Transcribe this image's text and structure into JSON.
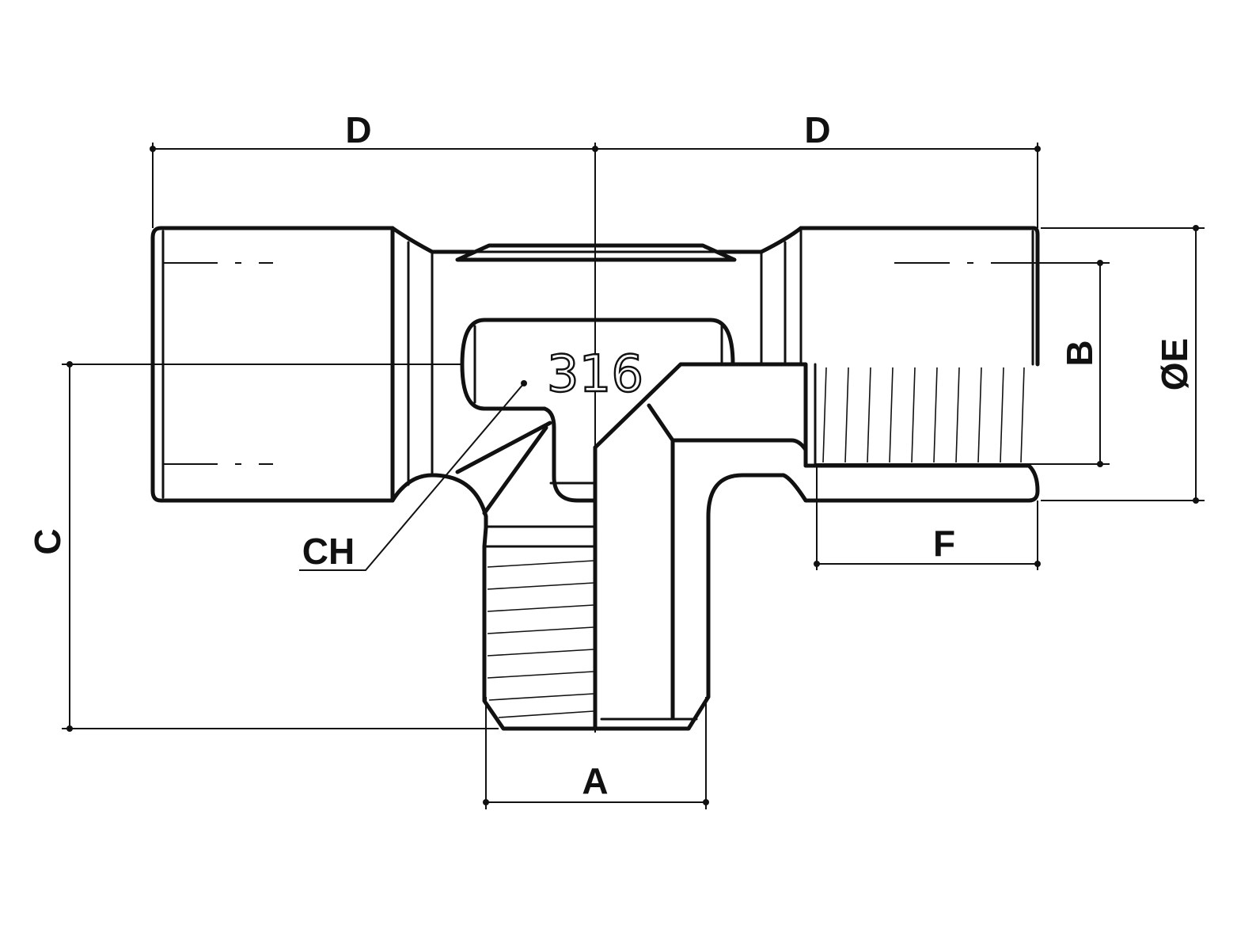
{
  "drawing": {
    "part_marking": "316",
    "dimensions": {
      "d_left": "D",
      "d_right": "D",
      "a": "A",
      "b": "B",
      "c": "C",
      "e": "ØE",
      "f": "F",
      "ch": "CH"
    }
  }
}
